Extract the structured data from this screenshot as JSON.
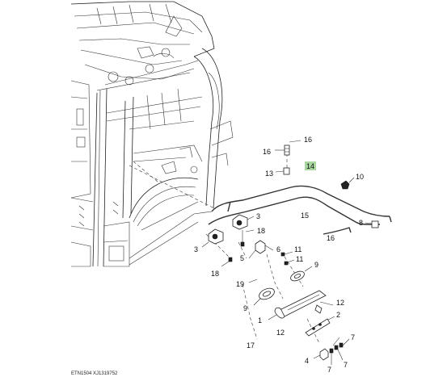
{
  "callouts": {
    "c16a": "16",
    "c16b": "16",
    "c13": "13",
    "c14": "14",
    "c10": "10",
    "c3a": "3",
    "c18a": "18",
    "c3b": "3",
    "c15": "15",
    "c8": "8",
    "c16c": "16",
    "c5": "5",
    "c6": "6",
    "c11a": "11",
    "c11b": "11",
    "c18b": "18",
    "c19": "19",
    "c9a": "9",
    "c9b": "9",
    "c12a": "12",
    "c2": "2",
    "c1": "1",
    "c12b": "12",
    "c17": "17",
    "c7a": "7",
    "c4": "4",
    "c7b": "7",
    "c7c": "7"
  },
  "highlight_color": "#a8d8a0",
  "footer": "ETN1504  XJ1319752"
}
